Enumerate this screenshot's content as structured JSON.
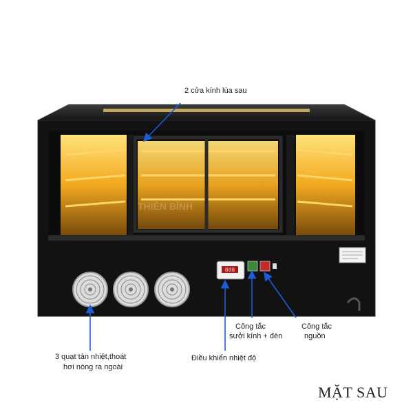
{
  "annotations": {
    "rear_doors": "2 cửa kính lùa sau",
    "fans_line1": "3 quạt tản nhiệt,thoát",
    "fans_line2": "hơi nóng ra ngoài",
    "temperature_controller": "Điều khiển nhiệt độ",
    "heater_switch_line1": "Công tắc",
    "heater_switch_line2": "sưởi kính + đèn",
    "power_switch_line1": "Công tắc",
    "power_switch_line2": "nguồn"
  },
  "title": "MẶT SAU",
  "watermark": "THIÊN BÌNH",
  "controller_readout": "888",
  "colors": {
    "cabinet": "#121212",
    "warm_light": "#f5b52a",
    "arrow": "#1e5bd8"
  }
}
